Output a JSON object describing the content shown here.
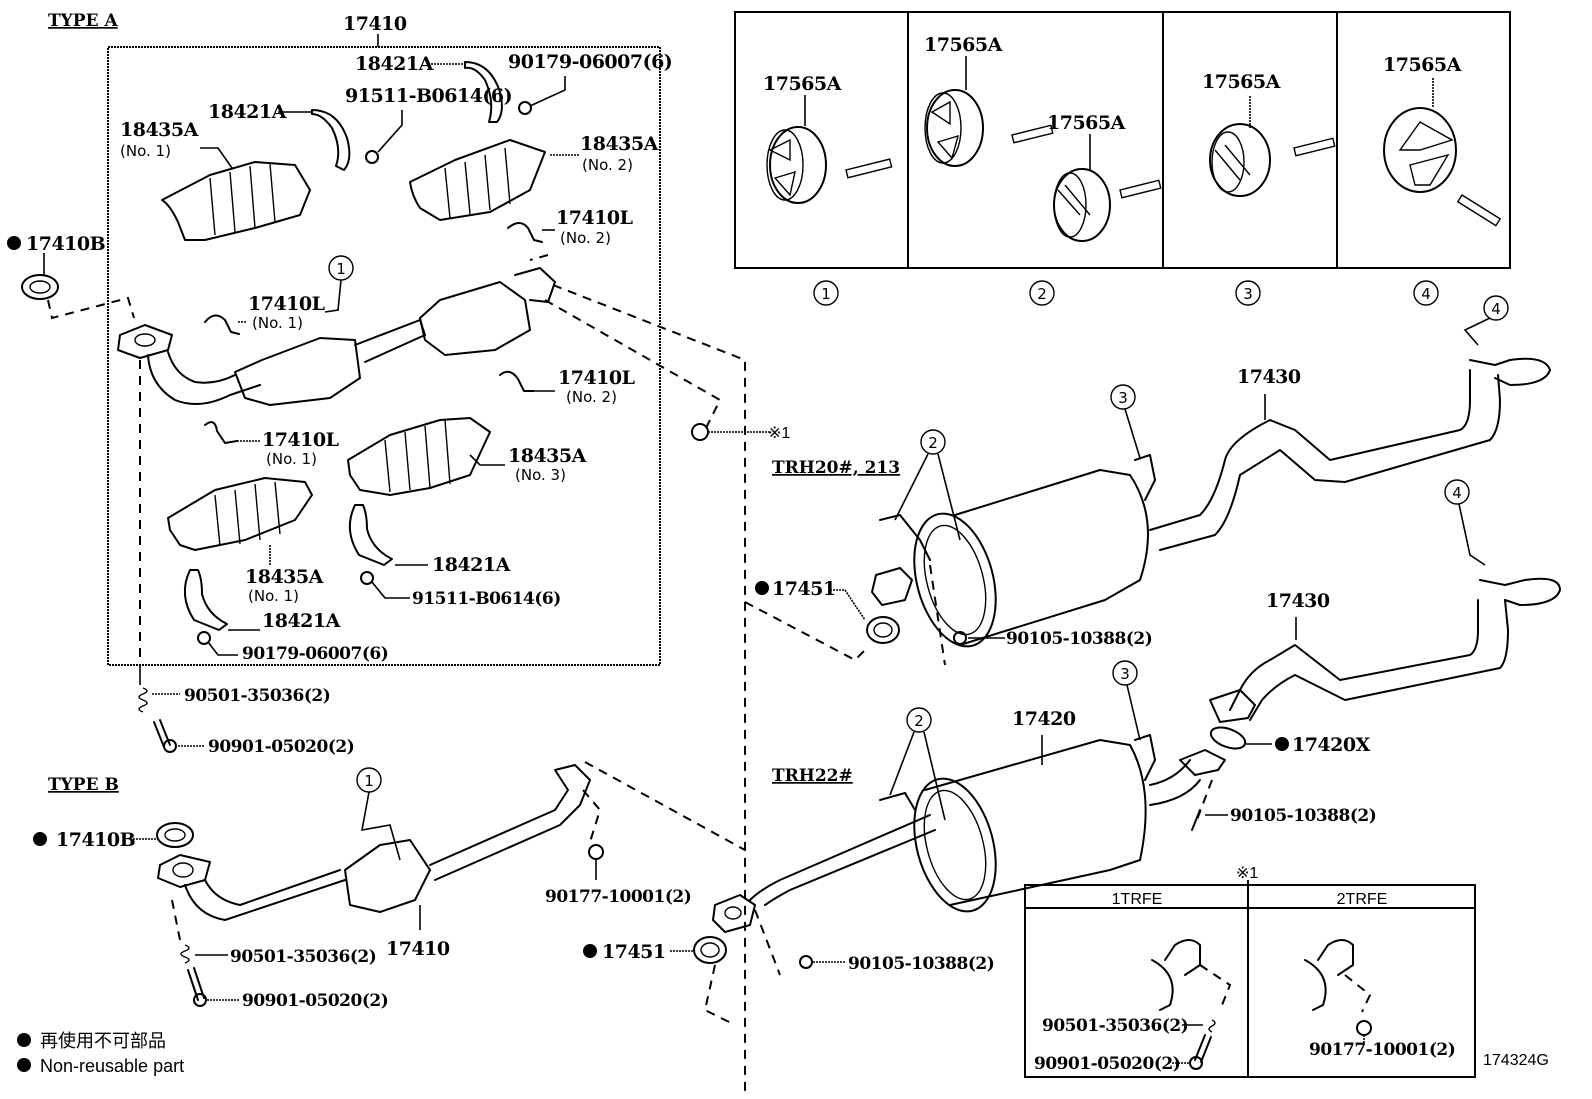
{
  "diagram": {
    "illustration_id": "174324G",
    "sections": {
      "type_a": "TYPE  A",
      "type_b": "TYPE  B",
      "trh20": "TRH20#, 213",
      "trh22": "TRH22#"
    },
    "type_a_parts": {
      "assembly": "17410",
      "clamp_top_right": "18421A",
      "nut_top": "90179-06007(6)",
      "clamp_top_left": "18421A",
      "bolt_top": "91511-B0614(6)",
      "insulator_no1_top": "18435A",
      "insulator_no1_top_sub": "(No. 1)",
      "insulator_no2": "18435A",
      "insulator_no2_sub": "(No. 2)",
      "bracket_no2_top": "17410L",
      "bracket_no2_top_sub": "(No. 2)",
      "gasket_front": "17410B",
      "bracket_no1_top": "17410L",
      "bracket_no1_top_sub": "(No. 1)",
      "bracket_no2_mid": "17410L",
      "bracket_no2_mid_sub": "(No. 2)",
      "bracket_no1_mid": "17410L",
      "bracket_no1_mid_sub": "(No. 1)",
      "insulator_no3": "18435A",
      "insulator_no3_sub": "(No. 3)",
      "insulator_no1_bottom": "18435A",
      "insulator_no1_bottom_sub": "(No. 1)",
      "clamp_mid_right": "18421A",
      "bolt_mid": "91511-B0614(6)",
      "clamp_bottom": "18421A",
      "nut_bottom": "90179-06007(6)",
      "spring": "90501-35036(2)",
      "bolt_flange": "90901-05020(2)"
    },
    "type_b_parts": {
      "gasket": "17410B",
      "assembly": "17410",
      "nut": "90177-10001(2)",
      "spring": "90501-35036(2)",
      "bolt": "90901-05020(2)",
      "gasket_center": "17451"
    },
    "hangers": {
      "part": "17565A",
      "panels": [
        {
          "index": "1",
          "labels": [
            "17565A"
          ]
        },
        {
          "index": "2",
          "labels": [
            "17565A",
            "17565A"
          ]
        },
        {
          "index": "3",
          "labels": [
            "17565A"
          ]
        },
        {
          "index": "4",
          "labels": [
            "17565A"
          ]
        }
      ]
    },
    "callouts": [
      "1",
      "2",
      "3",
      "4"
    ],
    "trh20_parts": {
      "tailpipe": "17430",
      "gasket": "17451",
      "bolt": "90105-10388(2)",
      "ref_mark": "※1"
    },
    "trh22_parts": {
      "muffler": "17420",
      "tailpipe": "17430",
      "gasket": "17420X",
      "bolt_right": "90105-10388(2)",
      "bolt_left": "90105-10388(2)",
      "gasket_left": "17451"
    },
    "ref_box": {
      "mark": "※1",
      "columns": [
        {
          "header": "1TRFE",
          "parts": [
            "90501-35036(2)",
            "90901-05020(2)"
          ]
        },
        {
          "header": "2TRFE",
          "parts": [
            "90177-10001(2)"
          ]
        }
      ]
    },
    "legend": {
      "jp": "再使用不可部品",
      "en": "Non-reusable part"
    }
  }
}
